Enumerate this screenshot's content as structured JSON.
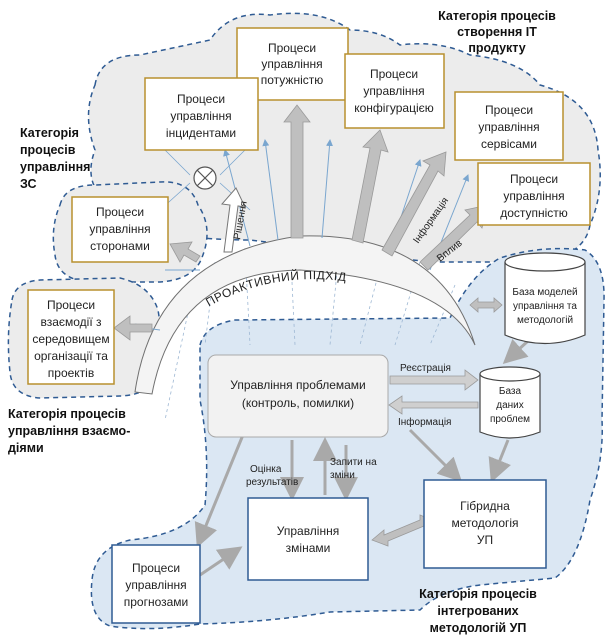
{
  "colors": {
    "cloud_fill": "#ececec",
    "blue_fill": "#dbe7f3",
    "dash": "#2f5b93",
    "gold": "#b8902f",
    "blue_border": "#2f5b93",
    "arrow": "#bfbfbf",
    "thin": "#7aa6cf"
  },
  "categories": {
    "it_product": [
      "Категорія процесів",
      "створення ІТ",
      "продукту"
    ],
    "zs": [
      "Категорія",
      "процесів",
      "управління",
      "ЗС"
    ],
    "interaction": [
      "Категорія процесів",
      "управління взаємо-",
      "діями"
    ],
    "integrated": [
      "Категорія процесів",
      "інтегрованих",
      "методологій УП"
    ]
  },
  "boxes": {
    "capacity": [
      "Процеси",
      "управління",
      "потужністю"
    ],
    "incidents": [
      "Процеси",
      "управління",
      "інцидентами"
    ],
    "configuration": [
      "Процеси",
      "управління",
      "конфігурацією"
    ],
    "services": [
      "Процеси",
      "управління",
      "сервісами"
    ],
    "availability": [
      "Процеси",
      "управління",
      "доступністю"
    ],
    "parties": [
      "Процеси",
      "управління",
      "сторонами"
    ],
    "environment": [
      "Процеси",
      "взаємодії з",
      "середовищем",
      "організації та",
      "проектів"
    ],
    "problems": [
      "Управління проблемами",
      "(контроль, помилки)"
    ],
    "changes": [
      "Управління",
      "змінами"
    ],
    "hybrid": [
      "Гібридна",
      "методологія",
      "УП"
    ],
    "forecasts": [
      "Процеси",
      "управління",
      "прогнозами"
    ],
    "models_db": [
      "База моделей",
      "управління та",
      "методологій"
    ],
    "problems_db": [
      "База",
      "даних",
      "проблем"
    ]
  },
  "labels": {
    "proactive": "ПРОАКТИВНИЙ ПІДХІД",
    "solutions": "Рішення",
    "information_top": "Інформація",
    "influence": "Вплив",
    "registration": "Реєстрація",
    "information": "Інформація",
    "evaluation": [
      "Оцінка",
      "результатів"
    ],
    "requests": [
      "Запити на",
      "зміни"
    ]
  }
}
